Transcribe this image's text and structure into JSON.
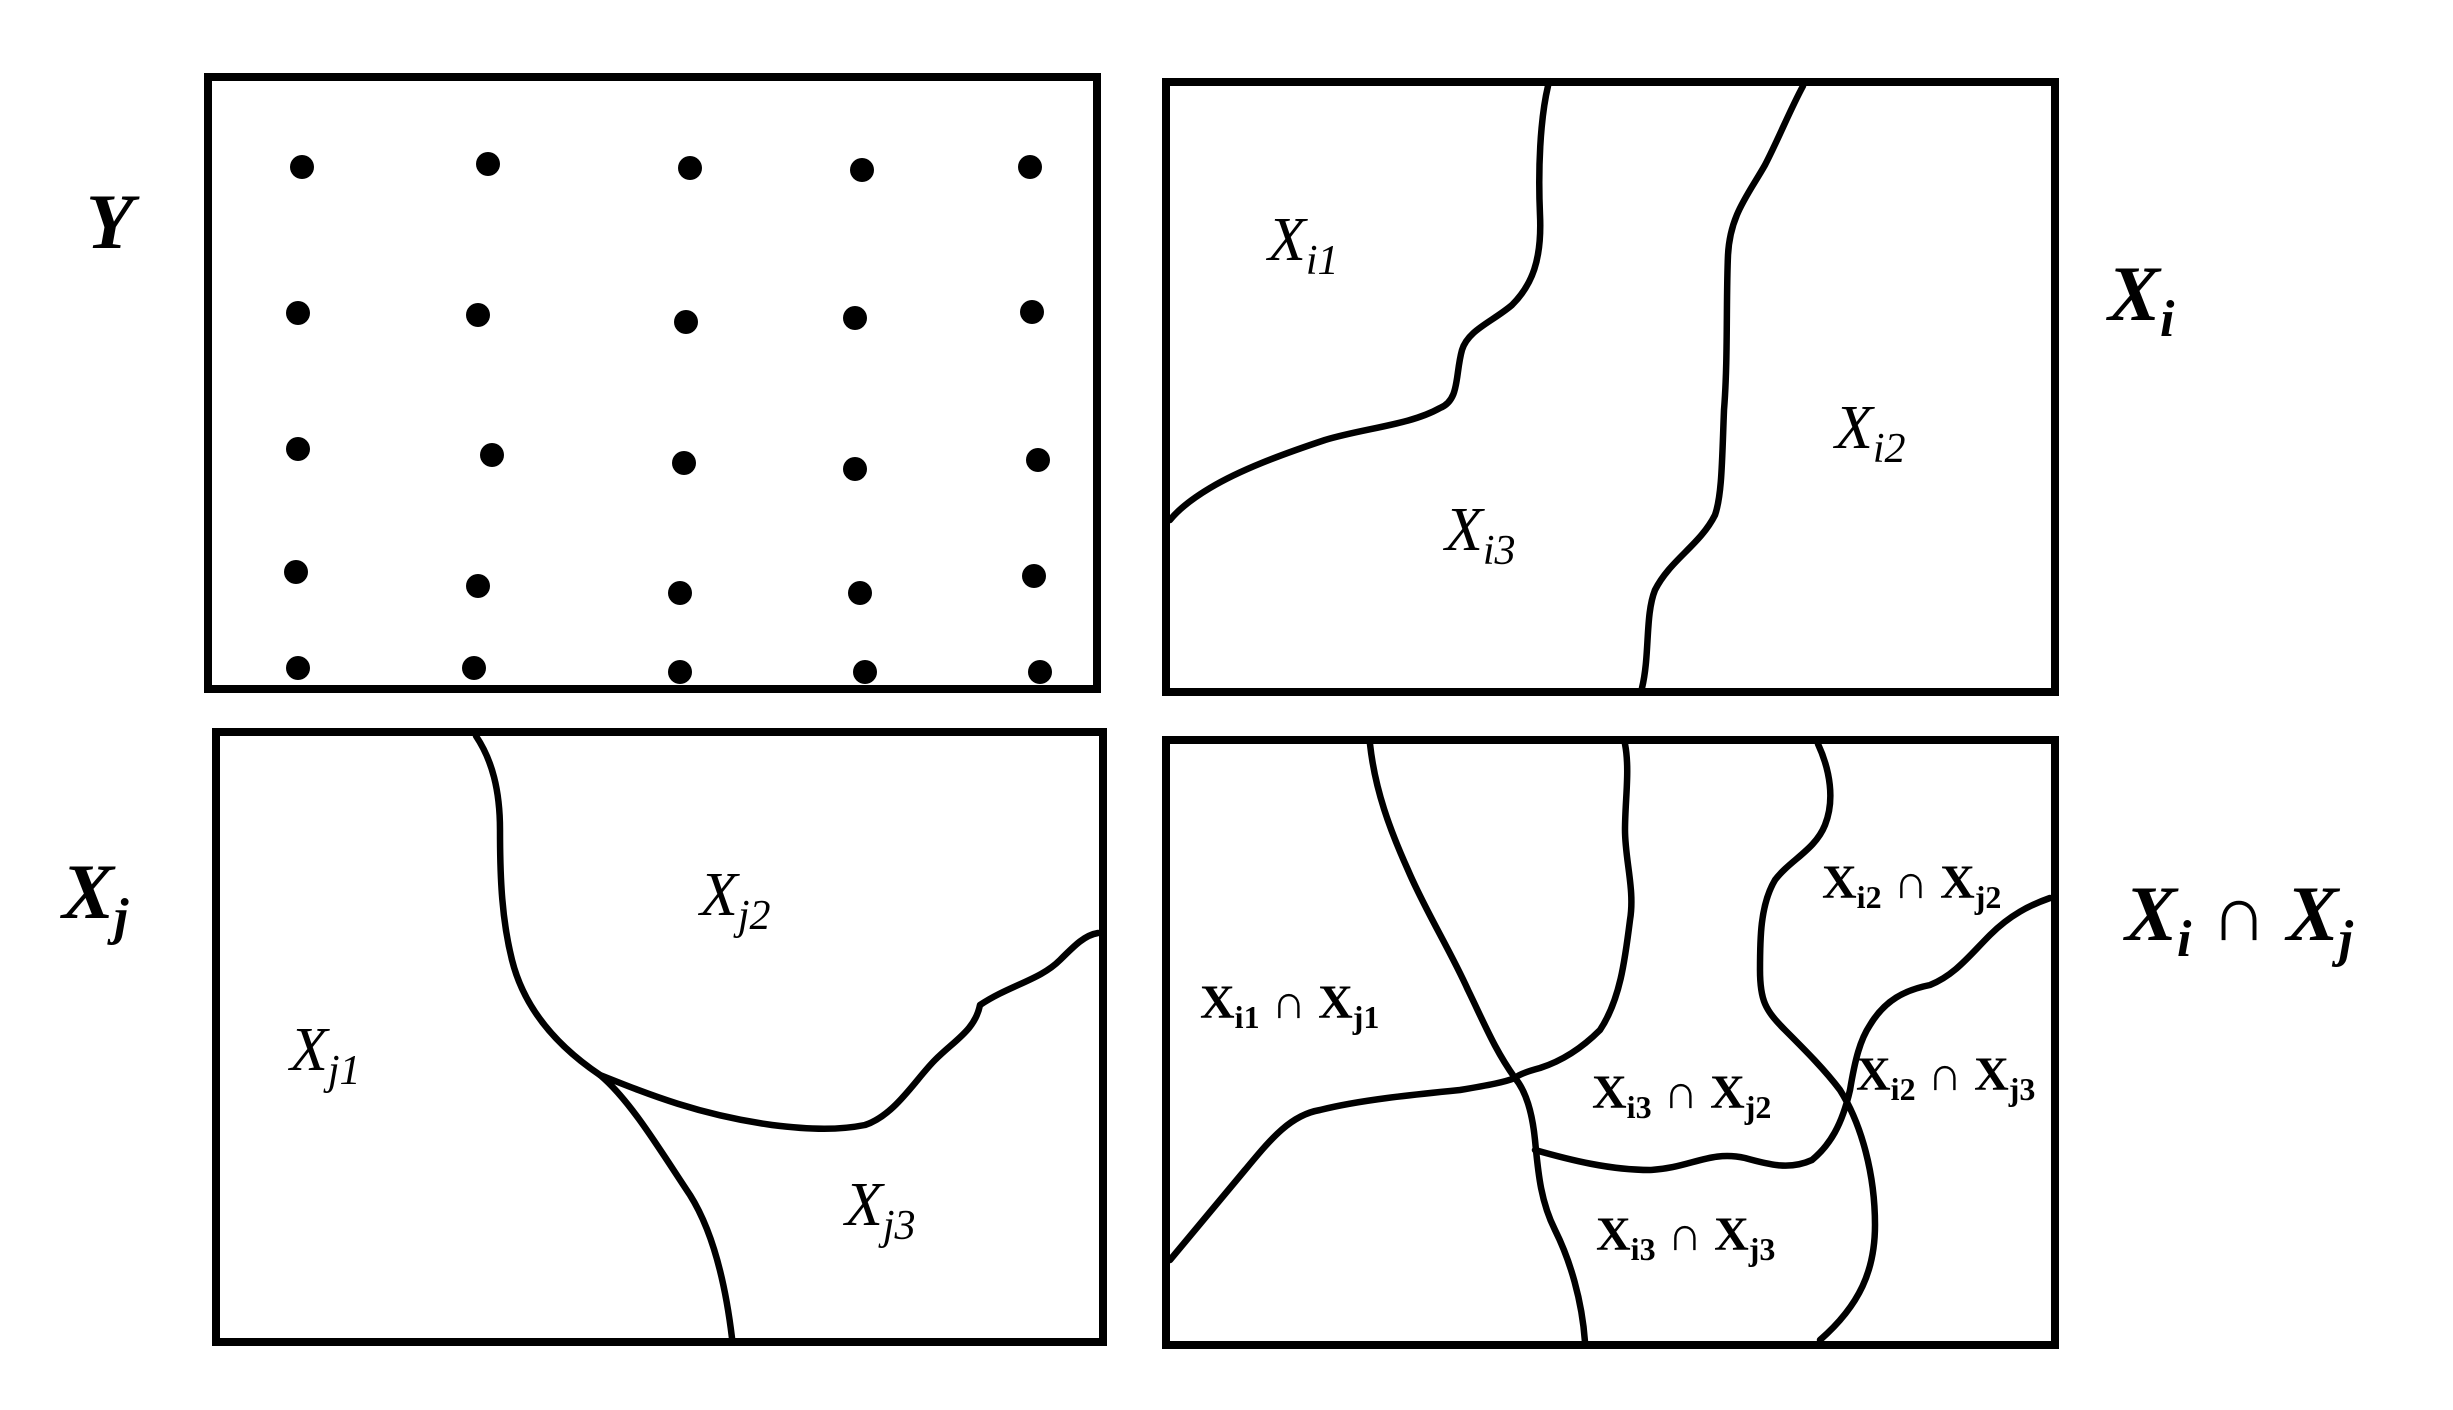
{
  "panels": {
    "y": {
      "label": "Y"
    },
    "xi": {
      "label_main": "X",
      "label_sub": "i",
      "regions": [
        {
          "main": "X",
          "sub": "i1"
        },
        {
          "main": "X",
          "sub": "i2"
        },
        {
          "main": "X",
          "sub": "i3"
        }
      ]
    },
    "xj": {
      "label_main": "X",
      "label_sub": "j",
      "regions": [
        {
          "main": "X",
          "sub": "j1"
        },
        {
          "main": "X",
          "sub": "j2"
        },
        {
          "main": "X",
          "sub": "j3"
        }
      ]
    },
    "xixj": {
      "label_a_main": "X",
      "label_a_sub": "i",
      "label_op": "∩",
      "label_b_main": "X",
      "label_b_sub": "j",
      "regions": [
        {
          "a": "X",
          "a_sub": "i1",
          "op": "∩",
          "b": "X",
          "b_sub": "j1"
        },
        {
          "a": "X",
          "a_sub": "i2",
          "op": "∩",
          "b": "X",
          "b_sub": "j2"
        },
        {
          "a": "X",
          "a_sub": "i3",
          "op": "∩",
          "b": "X",
          "b_sub": "j2"
        },
        {
          "a": "X",
          "a_sub": "i2",
          "op": "∩",
          "b": "X",
          "b_sub": "j3"
        },
        {
          "a": "X",
          "a_sub": "i3",
          "op": "∩",
          "b": "X",
          "b_sub": "j3"
        }
      ]
    }
  }
}
